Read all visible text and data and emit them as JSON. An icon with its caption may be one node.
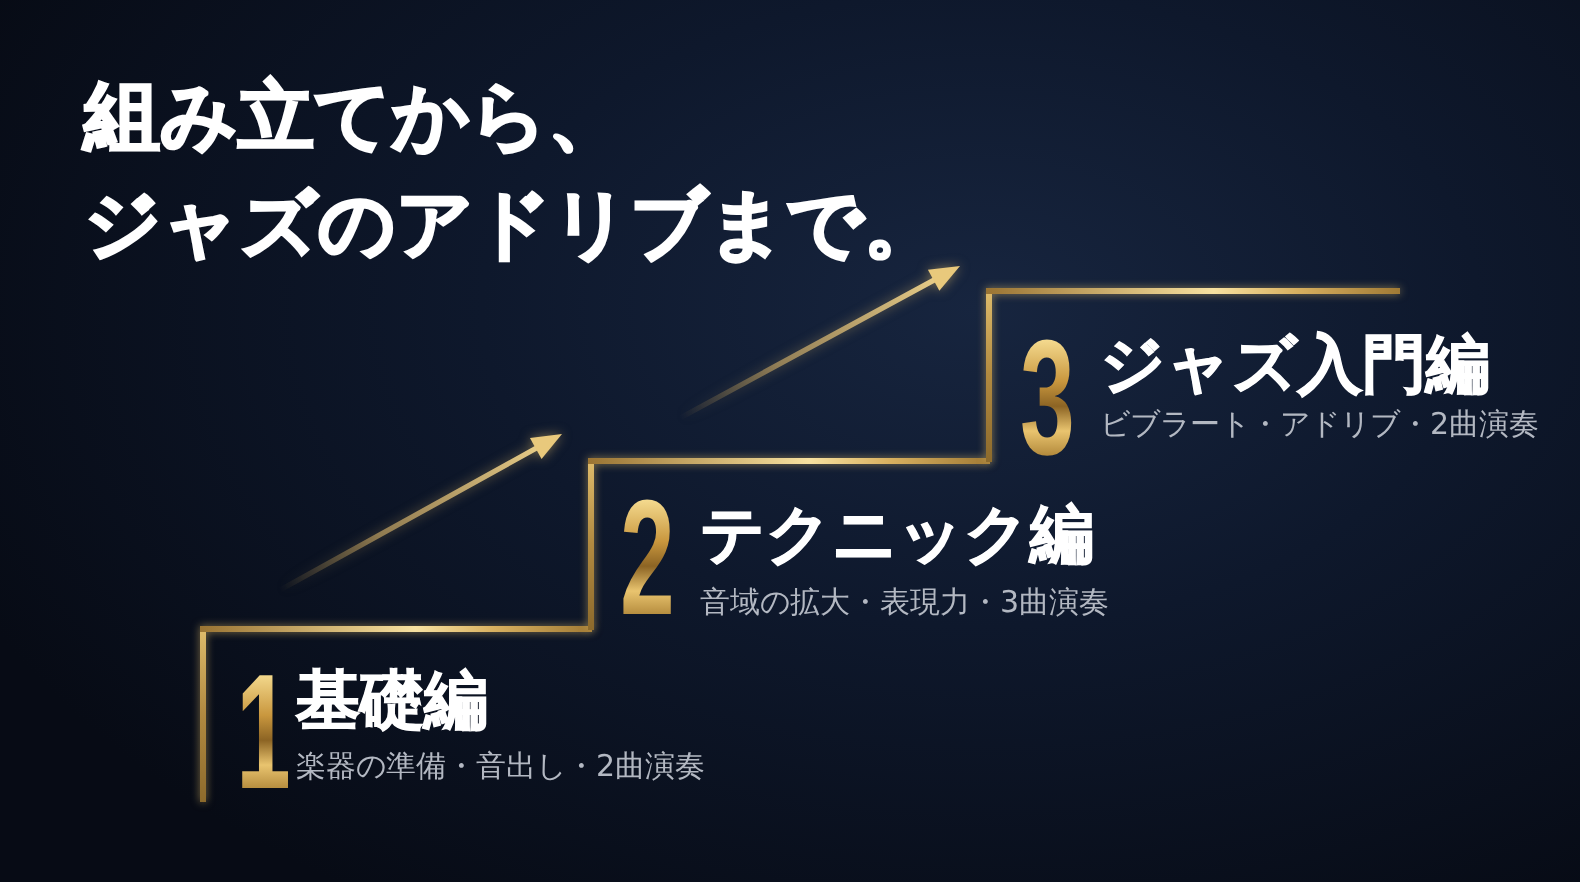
{
  "diagram": {
    "title": "組み立てから、ジャズのアドリブまで。",
    "nodes": [
      {
        "text": [
          "1",
          "基礎編",
          "楽器の準備・音出し・2曲演奏"
        ]
      },
      {
        "text": [
          "2",
          "テクニック編",
          "音域の拡大・表現力・3曲演奏"
        ]
      },
      {
        "text": [
          "3",
          "ジャズ入門編",
          "ビブラート・アドリブ・2曲演奏"
        ]
      }
    ]
  }
}
